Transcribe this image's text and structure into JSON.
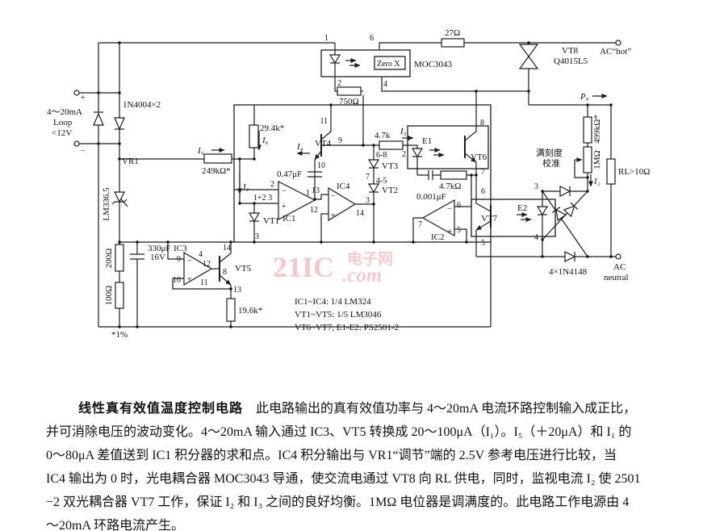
{
  "sch": {
    "in1": "4～20mA",
    "in2": "Loop",
    "in3": "<12V",
    "plus": "+",
    "minus": "−",
    "d1n": "1N4004×2",
    "vr1": "VR1",
    "lm336": "LM336.5",
    "r200": "200Ω",
    "r100": "100Ω",
    "pct": "*1%",
    "c330": "330μF",
    "v16": "16V",
    "ic3": "IC3",
    "p9": "9",
    "m1s": "−",
    "p10": "10",
    "pl1": "+",
    "p4": "4",
    "p11b": "11",
    "vt5": "VT5",
    "p14": "14",
    "p12": "12",
    "p8": "8",
    "p13": "13",
    "r196": "19.6k*",
    "i5": "I₅",
    "r249": "249kΩ*",
    "i1": "I₁",
    "r294": "29.4k*",
    "i6": "I₆",
    "l123": "1+2 3",
    "vt1": "VT1",
    "p3a": "3",
    "ic1": "IC1",
    "p2": "2",
    "m2s": "−",
    "pl2": "+",
    "p1": "1",
    "c047": "0.47μF",
    "i4": "I₄",
    "vt4": "VT4",
    "p11": "11",
    "p9b": "9",
    "p10b": "10",
    "ic4": "IC4",
    "p13b": "13",
    "m3s": "−",
    "p12b": "12",
    "pl3": "+",
    "p14b": "14",
    "r750": "750Ω",
    "mp1": "1",
    "mp2": "2",
    "mp6": "6",
    "mp4": "4",
    "zerox": "Zero X",
    "moc": "MOC3043",
    "r27": "27Ω",
    "vt8": "VT8",
    "q4015": "Q4015L5",
    "achot": "AC“hot”",
    "r47a": "4.7k",
    "i3": "I₃",
    "l68": "6-8",
    "e1p2": "2",
    "vt3": "VT3",
    "p7a": "7",
    "l45": "4-5",
    "vt2": "VT2",
    "p3b": "3",
    "e1": "E1",
    "vt6": "VT6",
    "p8b": "8",
    "vt7": "VT7",
    "p6b": "6",
    "p7b": "7",
    "p5b": "5",
    "e2": "E2",
    "p3c": "3",
    "p4c": "4",
    "c001": "0.001μF",
    "r47b": "4.7kΩ",
    "ic2": "IC2",
    "p6a": "6",
    "m4s": "−",
    "p5a": "5",
    "pl4": "+",
    "p7c": "7",
    "mkd": "满刻度",
    "xz": "校准",
    "m1": "1MΩ",
    "r499": "499kΩ*",
    "i2": "I₂",
    "rl": "RL>10Ω",
    "d4148": "4×1N4148",
    "ac": "AC",
    "neutral": "neutral",
    "p0": "P₀"
  },
  "notes": {
    "l1": "IC1~IC4: 1/4 LM324",
    "l2": "VT1~VT5: 1/5 LM3046",
    "l3": "VT6~VT7, E1-E2: PS2501-2"
  },
  "watermark": {
    "big": "21IC",
    "cn": "电子网",
    "com": ".com"
  },
  "para": {
    "title": "线性真有效值温度控制电路",
    "l1": "　此电路输出的真有效值功率与 4～20mA 电流环路控制输入成正比，",
    "l2": "并可消除电压的波动变化。4～20mA 输入通过 IC3、VT5 转换成 20～100μA（I₁）。I₅（＋20μA）和 I₁ 的",
    "l3": "0～80μA 差值送到 IC1 积分器的求和点。IC4 积分输出与 VR1“调节”端的 2.5V 参考电压进行比较，当",
    "l4": "IC4 输出为 0 时，光电耦合器 MOC3043 导通，使交流电通过 VT8 向 RL 供电，同时，监视电流 I₂ 使 2501",
    "l5": "−2 双光耦合器 VT7 工作，保证 I₂ 和 I₃ 之间的良好均衡。1MΩ 电位器是调满度的。此电路工作电源由 4",
    "l6": "～20mA 环路电流产生。"
  }
}
